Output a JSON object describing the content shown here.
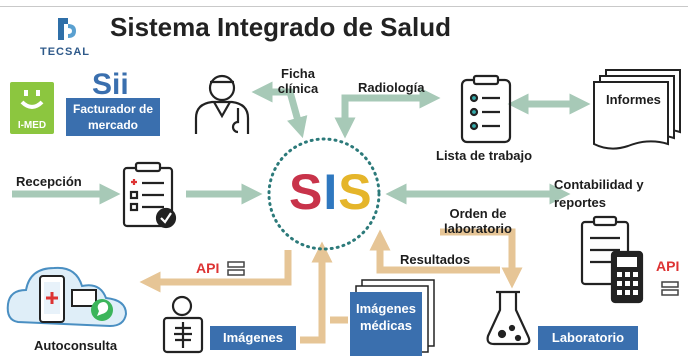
{
  "header": {
    "title": "Sistema Integrado de Salud",
    "logo_text": "TECSAL"
  },
  "partners": {
    "imed": "I-MED",
    "sii": "Sii",
    "sii_caption": "Facturador de mercado"
  },
  "center": {
    "letters": [
      "S",
      "I",
      "S"
    ],
    "colors": [
      "#c8334a",
      "#2f78c0",
      "#e5b52a"
    ]
  },
  "nodes": {
    "ficha": "Ficha clínica",
    "radiologia": "Radiología",
    "informes": "Informes",
    "lista": "Lista de trabajo",
    "recepcion": "Recepción",
    "contabilidad": "Contabilidad y reportes",
    "orden": "Orden de laboratorio",
    "resultados": "Resultados",
    "api_left": "API",
    "api_right": "API",
    "autoconsulta": "Autoconsulta",
    "imagenes": "Imágenes",
    "imagenes_medicas": "Imágenes médicas",
    "laboratorio": "Laboratorio"
  },
  "colors": {
    "arrow_green": "#a7c9b7",
    "arrow_tan": "#e6c596",
    "badge_blue": "#3a6fae",
    "api_red": "#d33333"
  }
}
